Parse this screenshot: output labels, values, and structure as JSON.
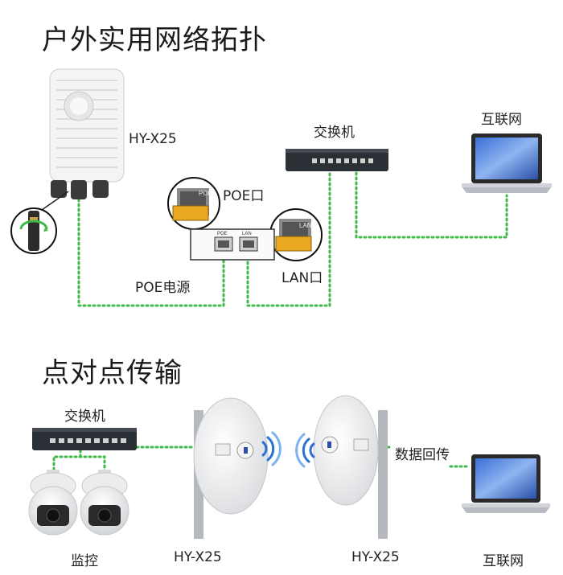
{
  "section_outdoor": {
    "title": "户外实用网络拓扑",
    "device_label": "HY-X25",
    "switch_label": "交换机",
    "internet_label": "互联网",
    "poe_port_label": "POE口",
    "lan_port_label": "LAN口",
    "poe_power_label": "POE电源",
    "injector_port_poe": "POE",
    "injector_port_lan": "LAN",
    "zoom_port_poe": "POE",
    "zoom_port_lan": "LAN"
  },
  "section_p2p": {
    "title": "点对点传输",
    "switch_label": "交换机",
    "camera_label": "监控",
    "device_a_label": "HY-X25",
    "device_b_label": "HY-X25",
    "backhaul_label": "数据回传",
    "internet_label": "互联网"
  },
  "colors": {
    "link_dotted": "#3fb94a",
    "device_body": "#f2f2f2",
    "switch_body": "#2b2f36",
    "port_highlight": "#e8a820"
  }
}
